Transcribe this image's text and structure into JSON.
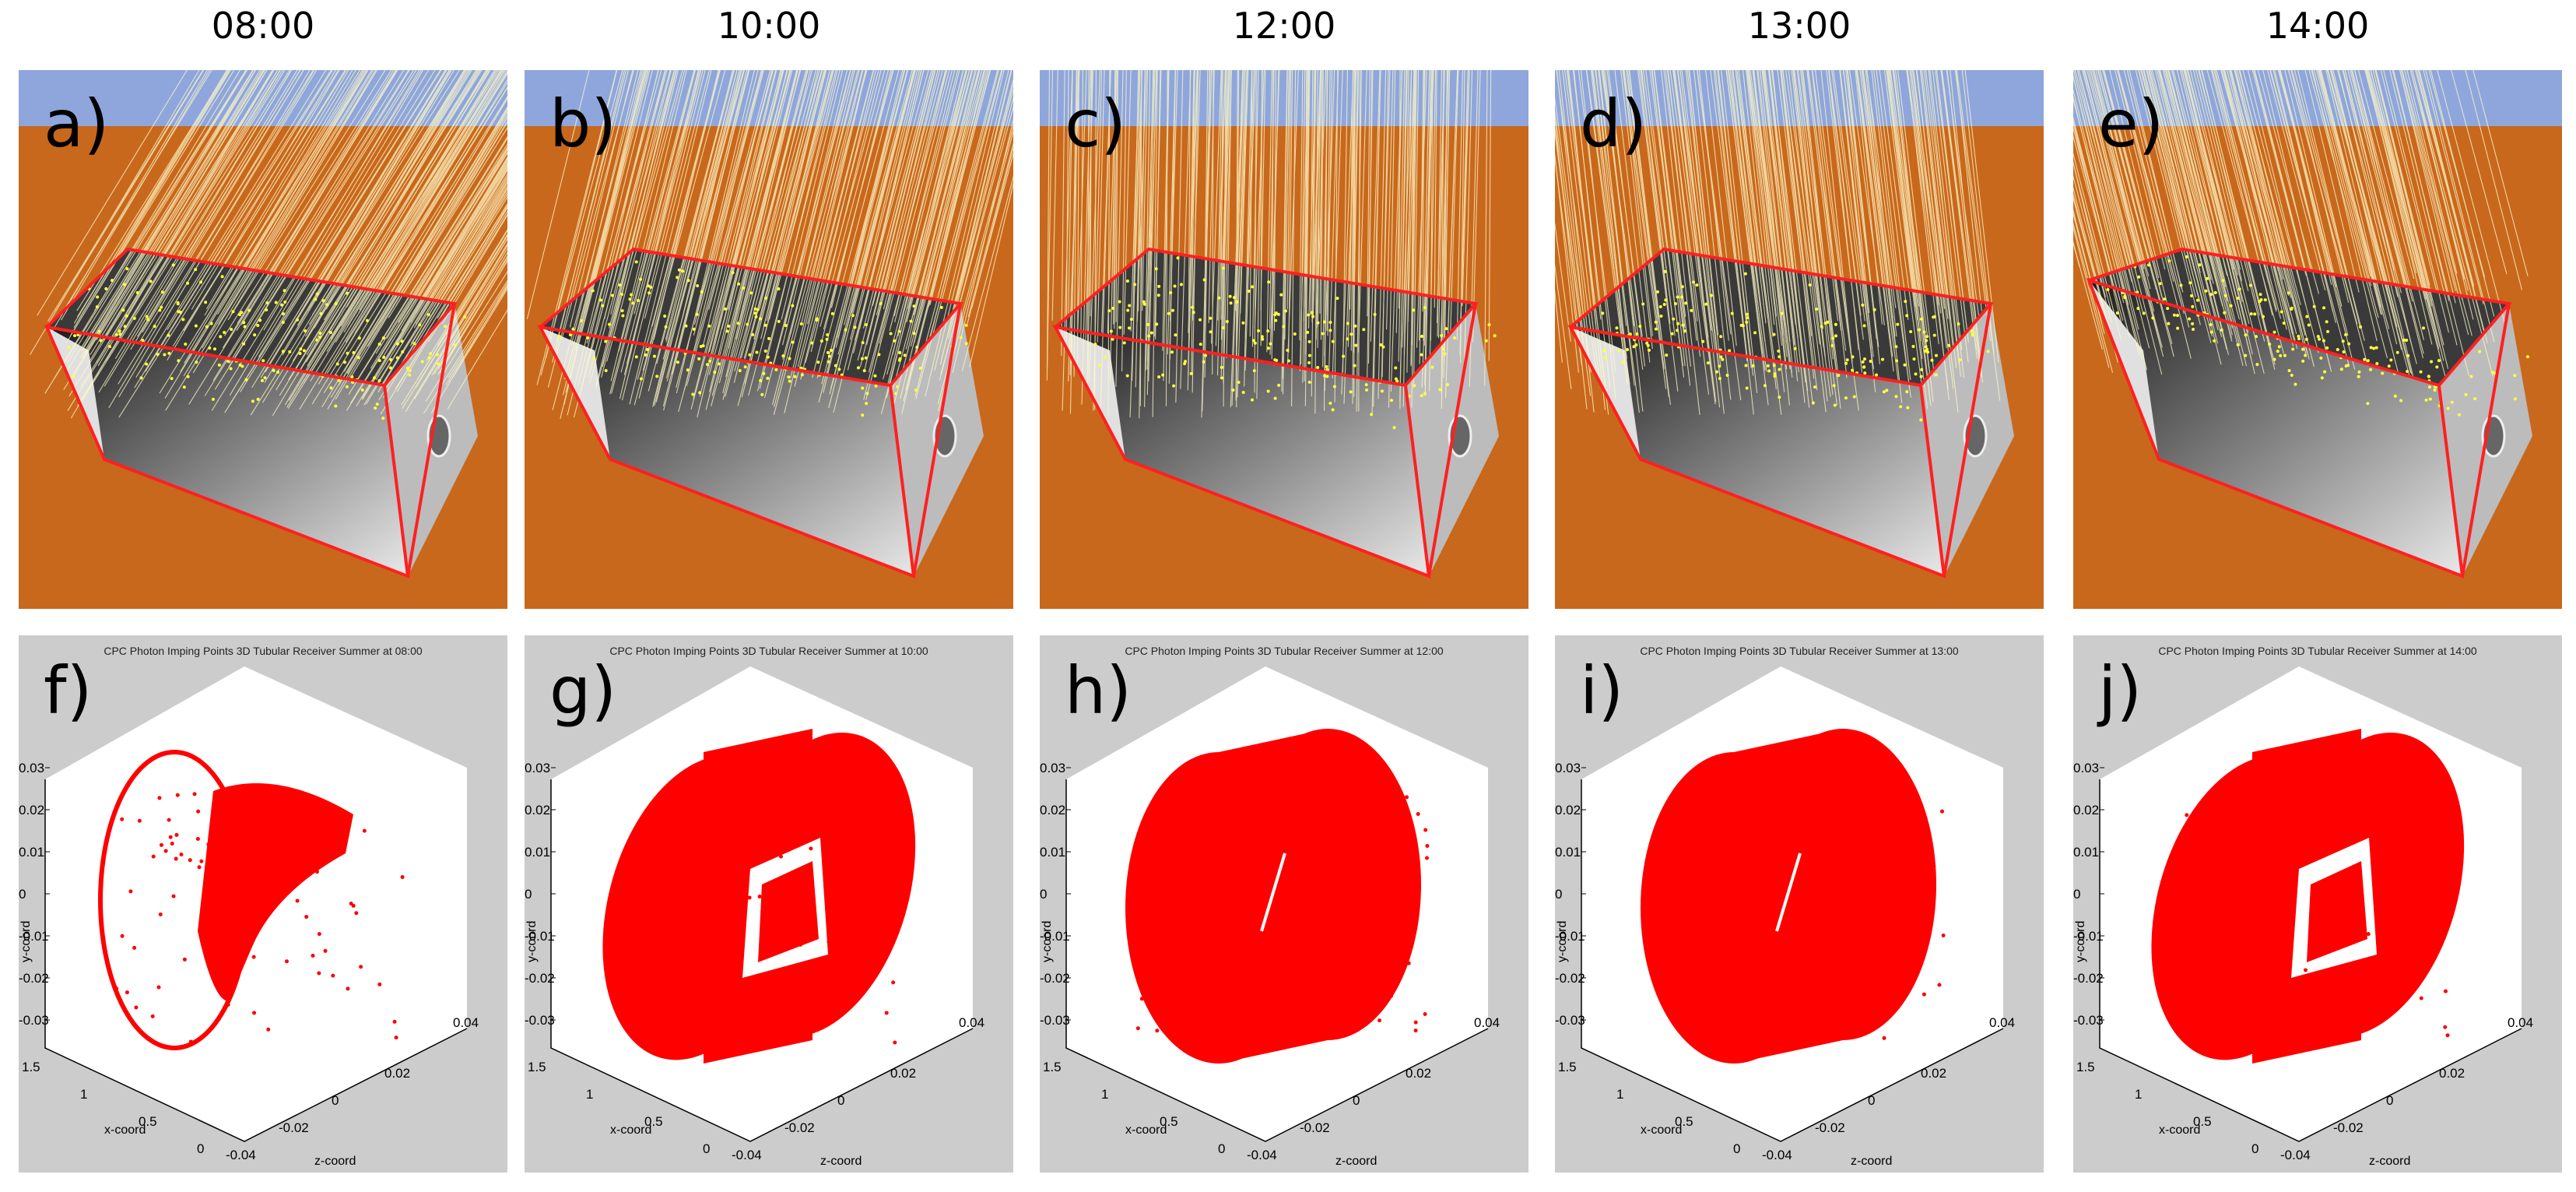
{
  "columns": [
    {
      "time": "08:00",
      "top_label": "a)",
      "bottom_label": "f)",
      "plot_title": "CPC Photon Imping Points 3D Tubular Receiver Summer at 08:00",
      "ray_angle": 0.55
    },
    {
      "time": "10:00",
      "top_label": "b)",
      "bottom_label": "g)",
      "plot_title": "CPC Photon Imping Points 3D Tubular Receiver Summer at 10:00",
      "ray_angle": 0.25
    },
    {
      "time": "12:00",
      "top_label": "c)",
      "bottom_label": "h)",
      "plot_title": "CPC Photon Imping Points 3D Tubular Receiver Summer at 12:00",
      "ray_angle": 0.02
    },
    {
      "time": "13:00",
      "top_label": "d)",
      "bottom_label": "i)",
      "plot_title": "CPC Photon Imping Points 3D Tubular Receiver Summer at 13:00",
      "ray_angle": -0.12
    },
    {
      "time": "14:00",
      "top_label": "e)",
      "bottom_label": "j)",
      "plot_title": "CPC Photon Imping Points 3D Tubular Receiver Summer at 14:00",
      "ray_angle": -0.25
    }
  ],
  "axes": {
    "y_label": "y-coord",
    "x_label": "x-coord",
    "z_label": "z-coord",
    "y_ticks": [
      "0.03",
      "0.02",
      "0.01",
      "0",
      "-0.01",
      "-0.02",
      "-0.03"
    ],
    "x_ticks": [
      "1.5",
      "1",
      "0.5",
      "0"
    ],
    "z_ticks": [
      "-0.04",
      "-0.02",
      "0",
      "0.02",
      "0.04"
    ]
  },
  "colors": {
    "sky": "#8ea6dc",
    "ground": "#c8681c",
    "ray": "#fff8c8",
    "frame": "#ff2020",
    "impact_points": "#ff0000",
    "plot_background": "#cccccc"
  }
}
